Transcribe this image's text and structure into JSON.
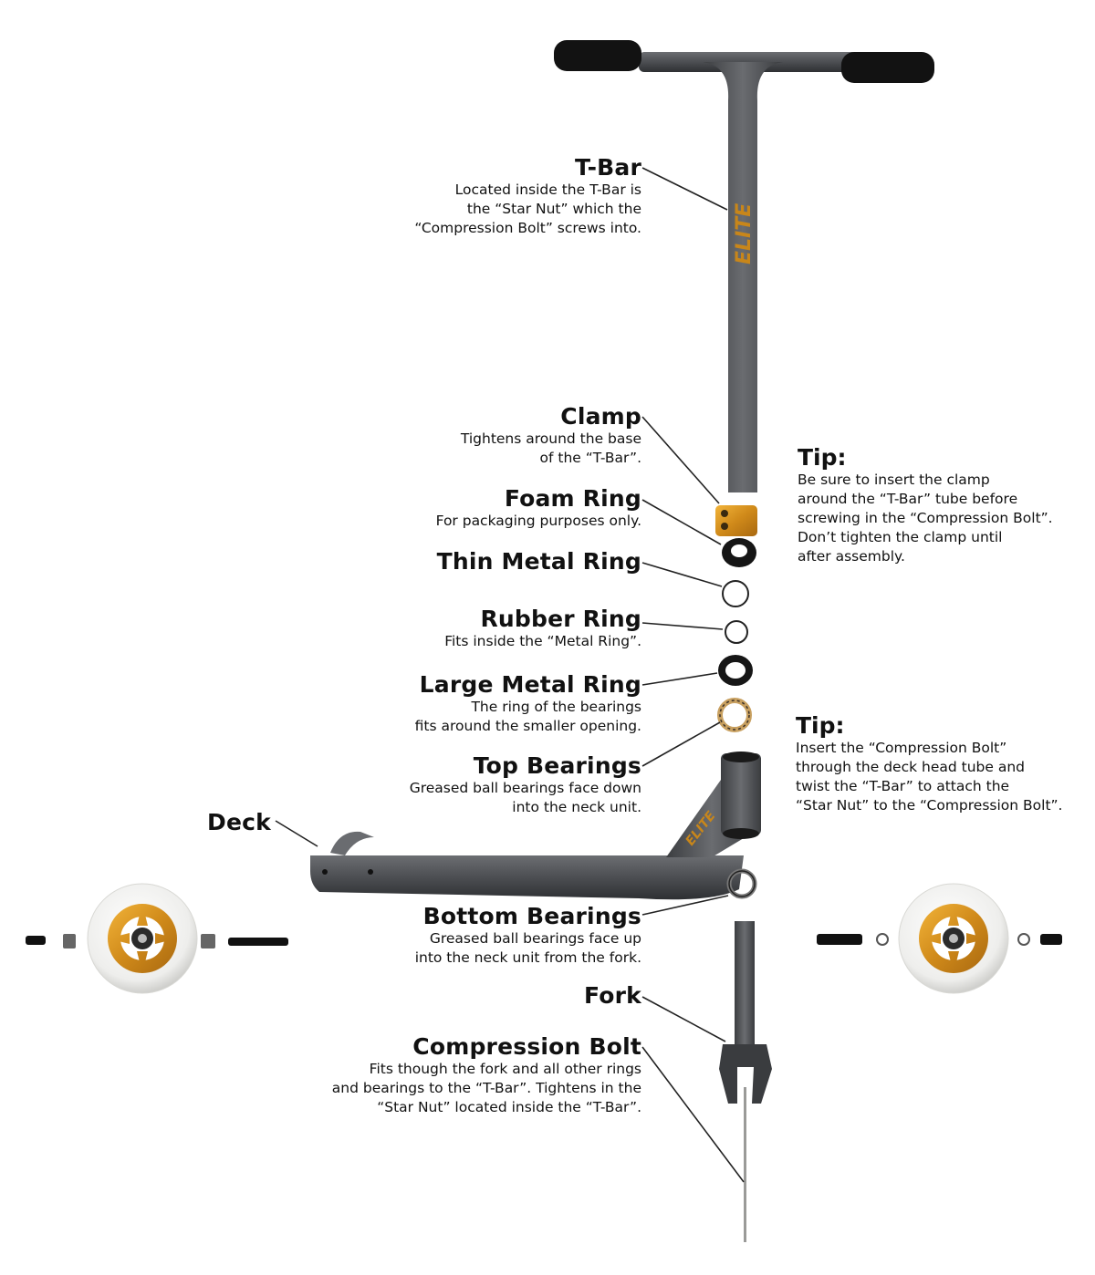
{
  "brand": {
    "logo_text": "ELITE",
    "accent_color": "#c8861a",
    "metal_color": "#55575a"
  },
  "labels": {
    "tbar": {
      "title": "T-Bar",
      "desc": "Located inside the T-Bar is\nthe “Star Nut” which the\n“Compression Bolt” screws into."
    },
    "clamp": {
      "title": "Clamp",
      "desc": "Tightens around the base\nof the “T-Bar”."
    },
    "foam": {
      "title": "Foam Ring",
      "desc": "For packaging purposes only."
    },
    "thin": {
      "title": "Thin Metal Ring",
      "desc": ""
    },
    "rubber": {
      "title": "Rubber Ring",
      "desc": "Fits inside the “Metal Ring”."
    },
    "large": {
      "title": "Large Metal Ring",
      "desc": "The ring of the bearings\nfits around the smaller opening."
    },
    "topb": {
      "title": "Top Bearings",
      "desc": "Greased ball bearings face down\ninto the neck unit."
    },
    "deck": {
      "title": "Deck",
      "desc": ""
    },
    "botb": {
      "title": "Bottom Bearings",
      "desc": "Greased ball bearings face up\ninto the neck unit from the fork."
    },
    "fork": {
      "title": "Fork",
      "desc": ""
    },
    "bolt": {
      "title": "Compression Bolt",
      "desc": "Fits though the fork and all other rings\nand bearings to the “T-Bar”. Tightens in the\n“Star Nut” located inside the “T-Bar”."
    }
  },
  "tips": [
    {
      "title": "Tip:",
      "text": "Be sure to insert the clamp\naround the “T-Bar” tube before\nscrewing in the “Compression Bolt”.\nDon’t tighten the clamp until\nafter assembly."
    },
    {
      "title": "Tip:",
      "text": "Insert the “Compression Bolt”\nthrough the deck head tube and\ntwist the “T-Bar” to attach the\n“Star Nut” to the “Compression Bolt”."
    }
  ]
}
